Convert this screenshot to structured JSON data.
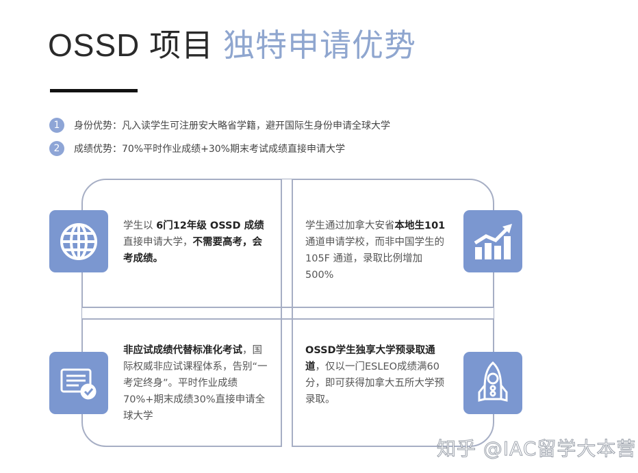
{
  "header": {
    "title_prefix": "OSSD 项目",
    "title_accent": "独特申请优势"
  },
  "advantages": [
    {
      "num": "1",
      "text": "身份优势：凡入读学生可注册安大略省学籍，避开国际生身份申请全球大学"
    },
    {
      "num": "2",
      "text": "成绩优势：70%平时作业成绩+30%期末考试成绩直接申请大学"
    }
  ],
  "cells": [
    {
      "icon": "globe-icon",
      "parts": [
        {
          "t": "学生以 ",
          "bold": false
        },
        {
          "t": "6门12年级 OSSD 成绩",
          "bold": true
        },
        {
          "t": "直接申请大学，",
          "bold": false
        },
        {
          "t": "不需要高考，会考成绩。",
          "bold": true
        }
      ]
    },
    {
      "icon": "growth-chart-icon",
      "parts": [
        {
          "t": "学生通过加拿大安省",
          "bold": false
        },
        {
          "t": "本地生101",
          "bold": true
        },
        {
          "t": " 通道申请学校，而非中国学生的 105F 通道，录取比例增加500%",
          "bold": false
        }
      ]
    },
    {
      "icon": "certificate-check-icon",
      "parts": [
        {
          "t": "非应试成绩代替标准化考试",
          "bold": true
        },
        {
          "t": "，国际权威非应试课程体系，告别“一考定终身”。平时作业成绩70%+期末成绩30%直接申请全球大学",
          "bold": false
        }
      ]
    },
    {
      "icon": "rocket-icon",
      "parts": [
        {
          "t": "OSSD学生独享大学预录取通道",
          "bold": true
        },
        {
          "t": "，仅以一门ESLEO成绩满60分，即可获得加拿大五所大学预录取。",
          "bold": false
        }
      ]
    }
  ],
  "watermark": "知乎 @IAC留学大本营",
  "colors": {
    "accent": "#8fa6cf",
    "icon_bg": "#7b97d0",
    "frame": "#a6aec4",
    "badge": "#8ea5d6"
  }
}
